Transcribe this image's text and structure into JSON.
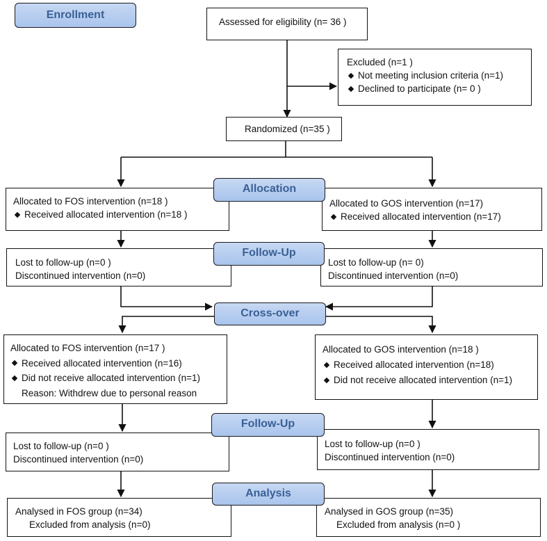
{
  "enrollment": {
    "label": "Enrollment",
    "assessed": "Assessed for eligibility (n= 36 )",
    "excluded": {
      "title": "Excluded  (n=1 )",
      "items": [
        "Not meeting inclusion criteria (n=1)",
        "Declined to participate (n= 0 )"
      ]
    },
    "randomized": "Randomized (n=35 )"
  },
  "allocation": {
    "label": "Allocation",
    "left": {
      "title": "Allocated to FOS intervention (n=18 )",
      "items": [
        "Received allocated intervention (n=18  )"
      ]
    },
    "right": {
      "title": "Allocated to GOS intervention (n=17)",
      "items": [
        "Received allocated intervention (n=17)"
      ]
    }
  },
  "followup1": {
    "label": "Follow-Up",
    "left": [
      "Lost to follow-up  (n=0 )",
      "Discontinued intervention  (n=0)"
    ],
    "right": [
      "Lost to follow-up (n= 0)",
      "Discontinued intervention  (n=0)"
    ]
  },
  "crossover": {
    "label": "Cross-over",
    "left": {
      "title": "Allocated to FOS intervention (n=17 )",
      "items": [
        "Received allocated intervention (n=16)",
        "Did not receive allocated intervention (n=1)"
      ],
      "note": "Reason: Withdrew due to personal reason"
    },
    "right": {
      "title": "Allocated to GOS intervention (n=18 )",
      "items": [
        "Received allocated intervention (n=18)",
        "Did not receive allocated intervention (n=1)"
      ]
    }
  },
  "followup2": {
    "label": "Follow-Up",
    "left": [
      "Lost to follow-up  (n=0 )",
      "Discontinued intervention  (n=0)"
    ],
    "right": [
      "Lost to follow-up  (n=0 )",
      "Discontinued intervention  (n=0)"
    ]
  },
  "analysis": {
    "label": "Analysis",
    "left": [
      "Analysed in FOS group  (n=34)",
      "Excluded from analysis  (n=0)"
    ],
    "right": [
      "Analysed in GOS group (n=35)",
      "Excluded from analysis  (n=0 )"
    ]
  },
  "colors": {
    "stage_fill": "#b3cbef",
    "stage_text": "#3a5f95",
    "line": "#111111"
  }
}
